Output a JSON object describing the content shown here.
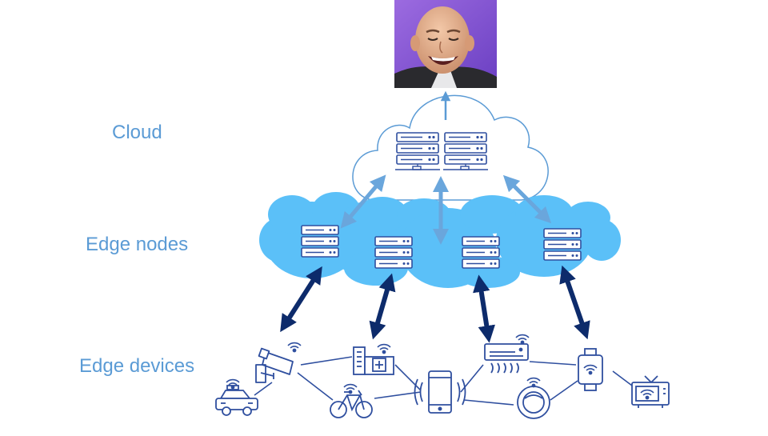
{
  "labels": {
    "cloud": "Cloud",
    "edge_nodes": "Edge nodes",
    "edge_devices": "Edge devices"
  },
  "colors": {
    "label": "#5b9bd5",
    "cloud_outline": "#5b9bd5",
    "edge_cloud_fill": "#5bc0f8",
    "icon_stroke": "#2f4f9f",
    "light_arrow": "#5b9bd5",
    "dark_arrow": "#0d2b6b",
    "device_stroke": "#2f4f9f"
  },
  "photo": {
    "description": "photo-of-laughing-man",
    "background": "#8a5bd8"
  },
  "icons": {
    "cloud_server_racks": [
      "server-rack-icon",
      "server-rack-icon"
    ],
    "edge_servers": [
      "server-rack-icon",
      "server-rack-icon",
      "server-rack-icon",
      "server-rack-icon"
    ],
    "devices": [
      "security-camera-icon",
      "hospital-icon",
      "air-conditioner-icon",
      "smartwatch-icon",
      "car-icon",
      "bicycle-icon",
      "smartphone-icon",
      "robot-vacuum-icon",
      "television-icon"
    ]
  }
}
